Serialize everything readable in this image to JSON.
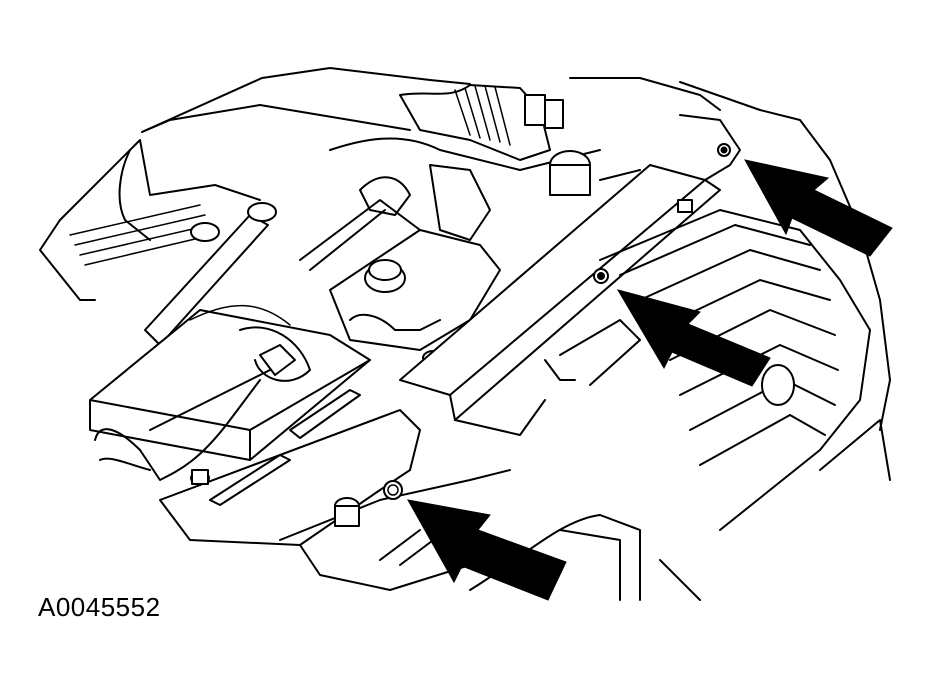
{
  "figure": {
    "id_label": "A0045552"
  },
  "colors": {
    "ink": "#000000",
    "paper": "#ffffff"
  },
  "callouts": [
    {
      "target": "radiator-support-bolt-right",
      "icon": "arrow-icon"
    },
    {
      "target": "radiator-support-bolt-center",
      "icon": "arrow-icon"
    },
    {
      "target": "radiator-support-bolt-left",
      "icon": "arrow-icon"
    }
  ]
}
